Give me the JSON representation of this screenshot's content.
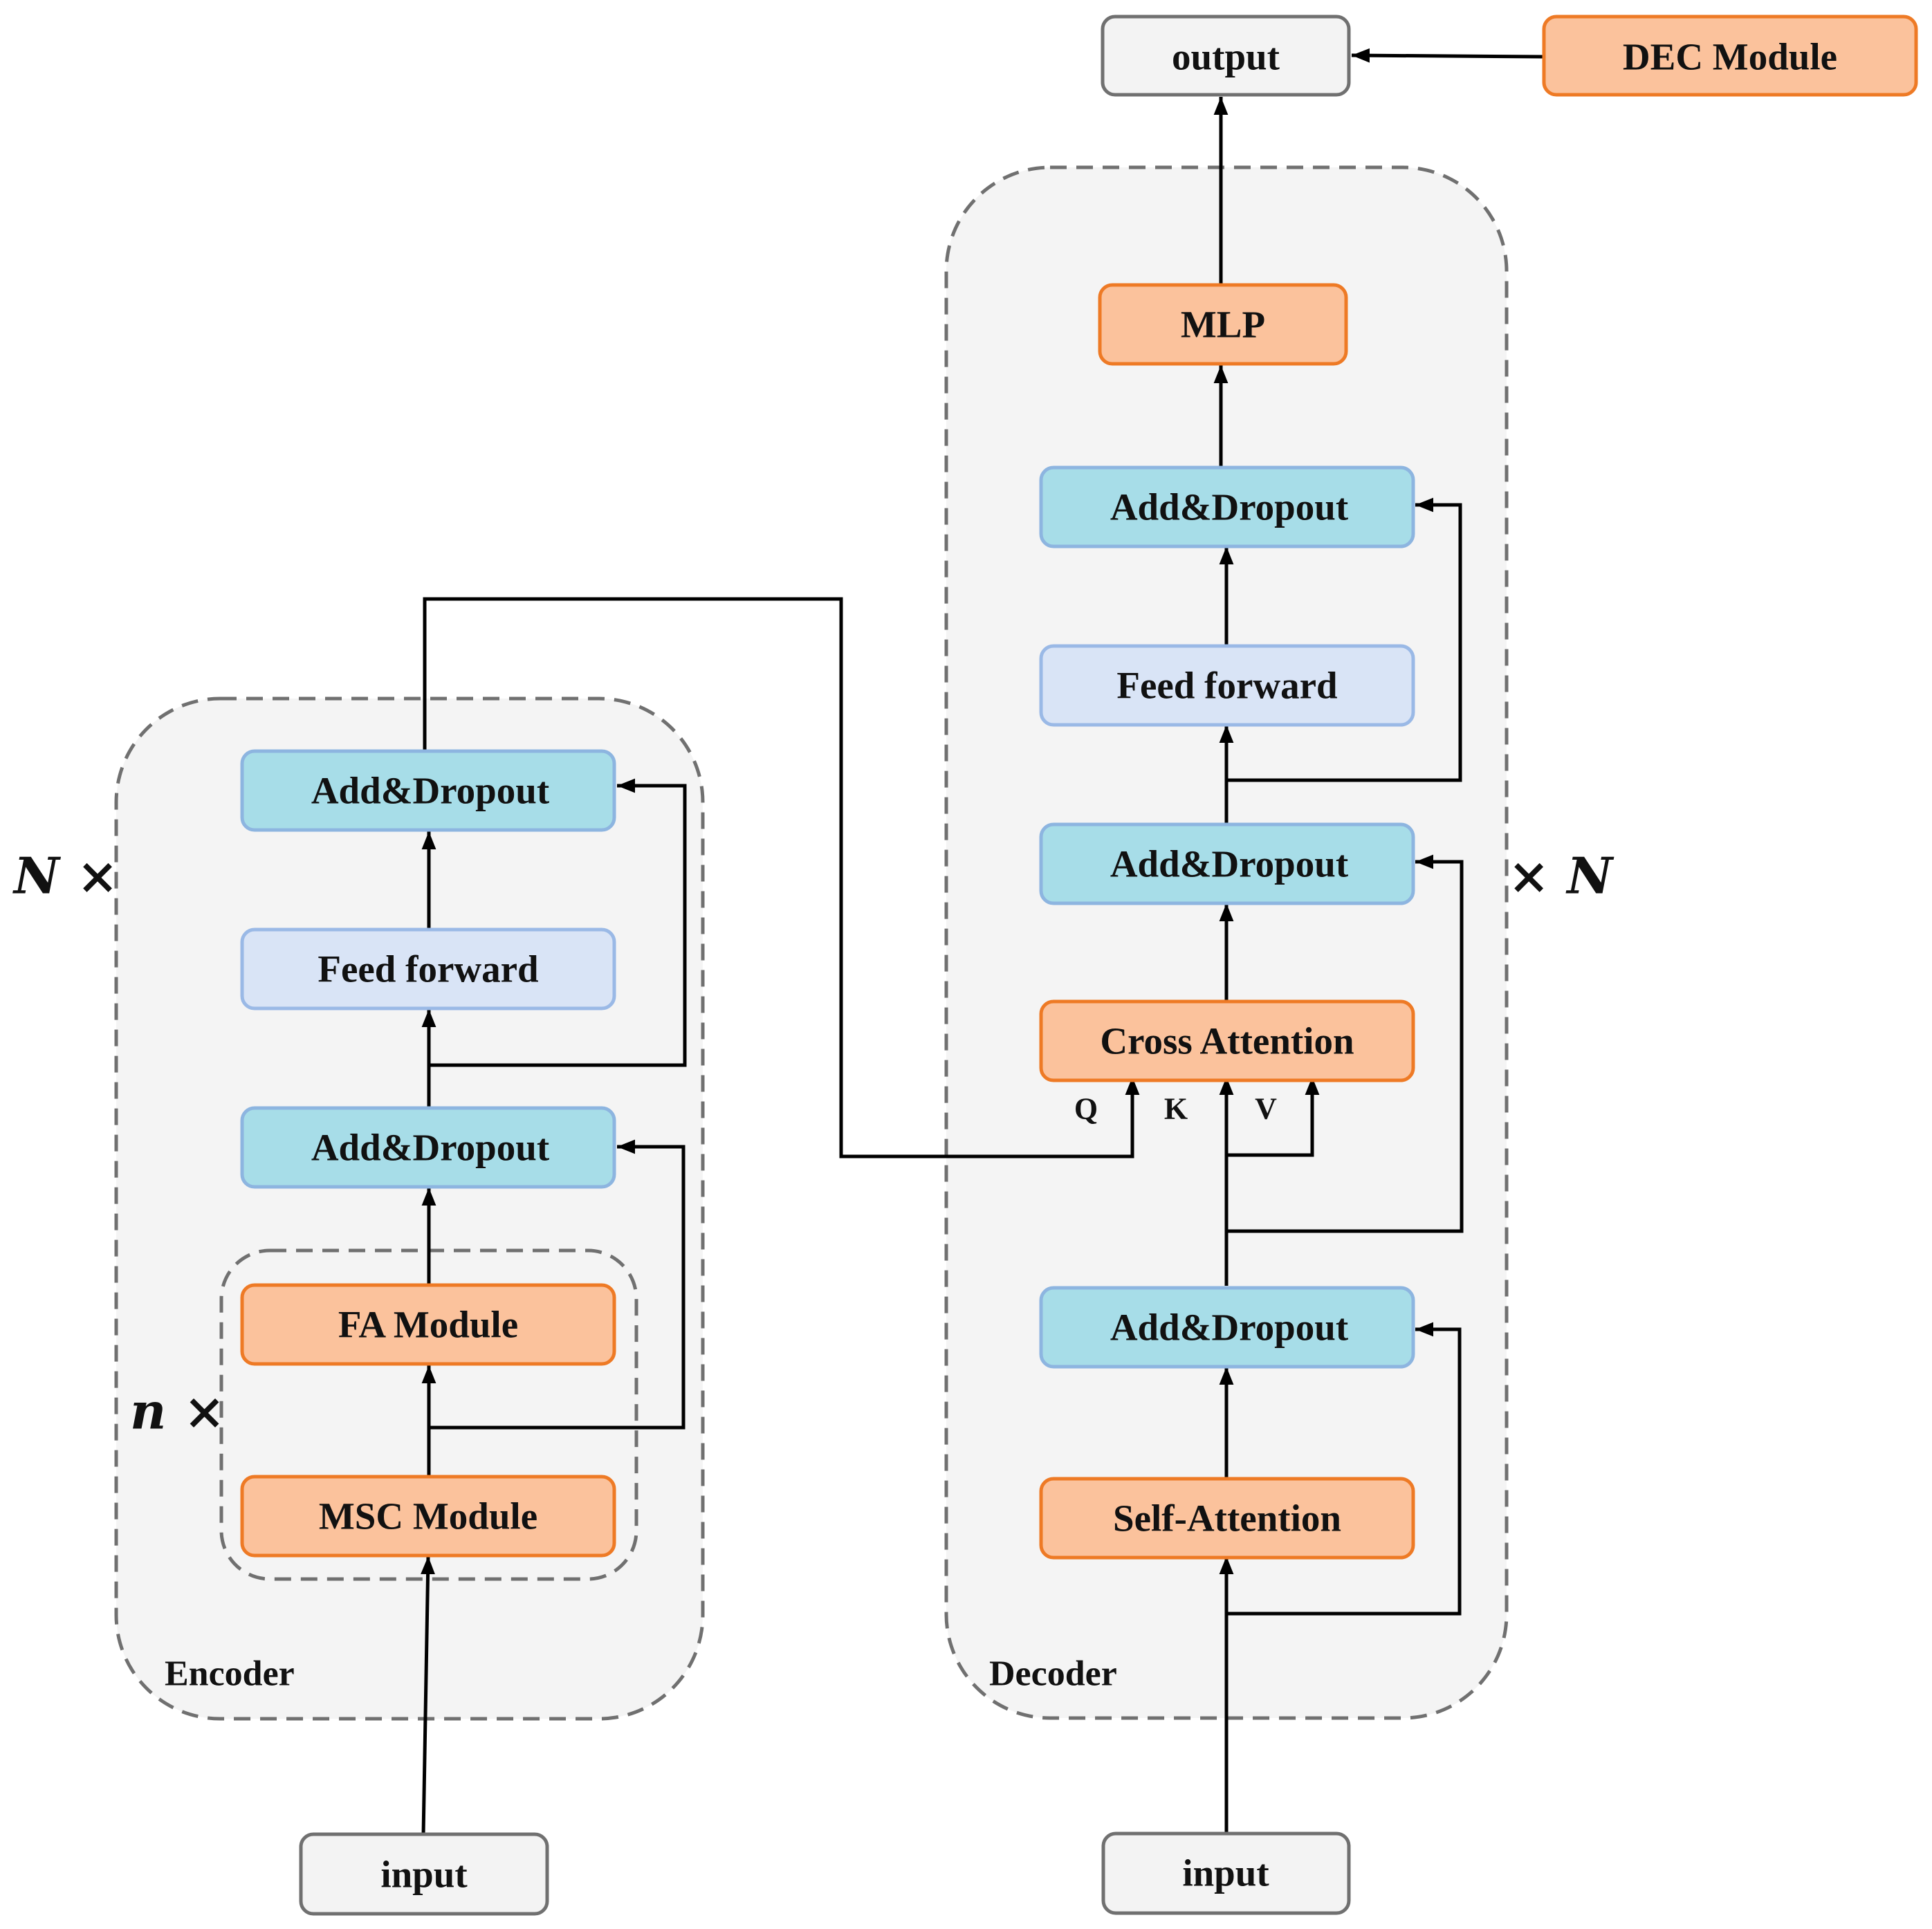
{
  "colors": {
    "orange_fill": "#FBC29C",
    "orange_stroke": "#EE7A25",
    "cyan_fill": "#A7DDE8",
    "cyan_stroke": "#8DB5E0",
    "lightblue_fill": "#D9E4F6",
    "lightblue_stroke": "#9AB9E6",
    "gray_fill": "#F3F3F3",
    "gray_stroke": "#707070",
    "container_fill": "#F4F4F4",
    "dash_stroke": "#707070"
  },
  "encoder": {
    "label": "Encoder",
    "repeat_outer": "N ×",
    "repeat_inner": "n ×",
    "input": "input",
    "msc": "MSC Module",
    "fa": "FA Module",
    "add_dropout_1": "Add&Dropout",
    "feed_forward": "Feed forward",
    "add_dropout_2": "Add&Dropout"
  },
  "decoder": {
    "label": "Decoder",
    "repeat": "× N",
    "input": "input",
    "self_attention": "Self-Attention",
    "add_dropout_1": "Add&Dropout",
    "cross_attention": "Cross Attention",
    "q": "Q",
    "k": "K",
    "v": "V",
    "add_dropout_2": "Add&Dropout",
    "feed_forward": "Feed forward",
    "add_dropout_3": "Add&Dropout",
    "mlp": "MLP"
  },
  "output": "output",
  "dec_module": "DEC Module"
}
